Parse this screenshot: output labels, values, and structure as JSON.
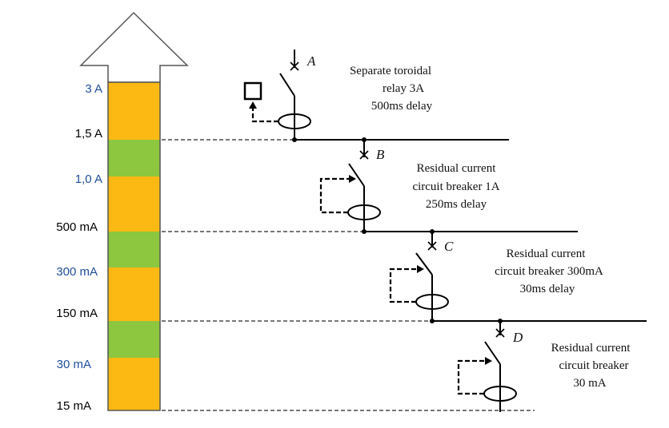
{
  "colors": {
    "orange": "#FDB913",
    "green": "#8DC63F",
    "blue_label": "#1F4E9A",
    "black_label": "#000000"
  },
  "scale": {
    "labels": [
      {
        "text": "3 A",
        "color": "blue"
      },
      {
        "text": "1,5 A",
        "color": "black"
      },
      {
        "text": "1,0 A",
        "color": "blue"
      },
      {
        "text": "500 mA",
        "color": "black"
      },
      {
        "text": "300 mA",
        "color": "blue"
      },
      {
        "text": "150 mA",
        "color": "black"
      },
      {
        "text": "30 mA",
        "color": "blue"
      },
      {
        "text": "15 mA",
        "color": "black"
      }
    ]
  },
  "devices": [
    {
      "letter": "A",
      "lines": [
        "Separate toroidal",
        "relay 3A",
        "500ms delay"
      ]
    },
    {
      "letter": "B",
      "lines": [
        "Residual current",
        "circuit breaker 1A",
        "250ms delay"
      ]
    },
    {
      "letter": "C",
      "lines": [
        "Residual current",
        "circuit breaker 300mA",
        "30ms delay"
      ]
    },
    {
      "letter": "D",
      "lines": [
        "Residual current",
        "circuit breaker",
        "30 mA"
      ]
    }
  ]
}
